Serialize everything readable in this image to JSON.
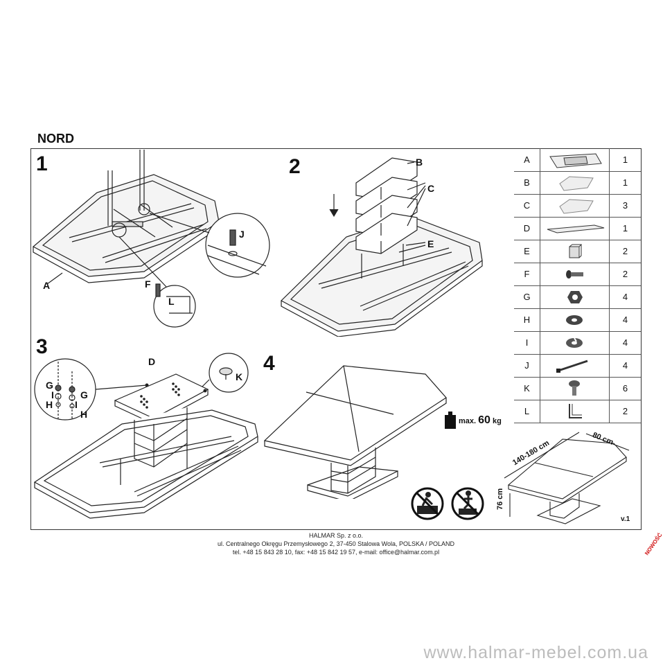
{
  "document": {
    "title": "NORD",
    "version": "v.1"
  },
  "steps": [
    {
      "number": "1",
      "labels": [
        "A",
        "F",
        "L",
        "J"
      ]
    },
    {
      "number": "2",
      "labels": [
        "B",
        "C",
        "E"
      ]
    },
    {
      "number": "3",
      "labels": [
        "D",
        "K",
        "G",
        "I",
        "H",
        "G",
        "I",
        "H"
      ]
    },
    {
      "number": "4",
      "labels": []
    }
  ],
  "parts": [
    {
      "code": "A",
      "qty": "1",
      "icon": "table-frame-icon"
    },
    {
      "code": "B",
      "qty": "1",
      "icon": "top-column-segment-icon"
    },
    {
      "code": "C",
      "qty": "3",
      "icon": "column-segment-icon"
    },
    {
      "code": "D",
      "qty": "1",
      "icon": "base-plate-icon"
    },
    {
      "code": "E",
      "qty": "2",
      "icon": "block-icon"
    },
    {
      "code": "F",
      "qty": "2",
      "icon": "screw-icon"
    },
    {
      "code": "G",
      "qty": "4",
      "icon": "nut-icon"
    },
    {
      "code": "H",
      "qty": "4",
      "icon": "washer-icon"
    },
    {
      "code": "I",
      "qty": "4",
      "icon": "spring-washer-icon"
    },
    {
      "code": "J",
      "qty": "4",
      "icon": "bolt-icon"
    },
    {
      "code": "K",
      "qty": "6",
      "icon": "foot-glide-icon"
    },
    {
      "code": "L",
      "qty": "2",
      "icon": "bracket-icon"
    }
  ],
  "max_load": {
    "prefix": "max.",
    "value": "60",
    "unit": "kg"
  },
  "dimensions": {
    "length": "140-180 cm",
    "width": "80 cm",
    "height": "76 cm"
  },
  "company": {
    "line1": "HALMAR Sp. z o.o.",
    "line2": "ul. Centralnego Okręgu Przemysłowego 2, 37-450 Stalowa Wola, POLSKA / POLAND",
    "line3": "tel. +48 15 843 28 10, fax: +48 15 842 19 57, e-mail: office@halmar.com.pl"
  },
  "stamp": "NOWOŚĆ",
  "website": "www.halmar-mebel.com.ua"
}
